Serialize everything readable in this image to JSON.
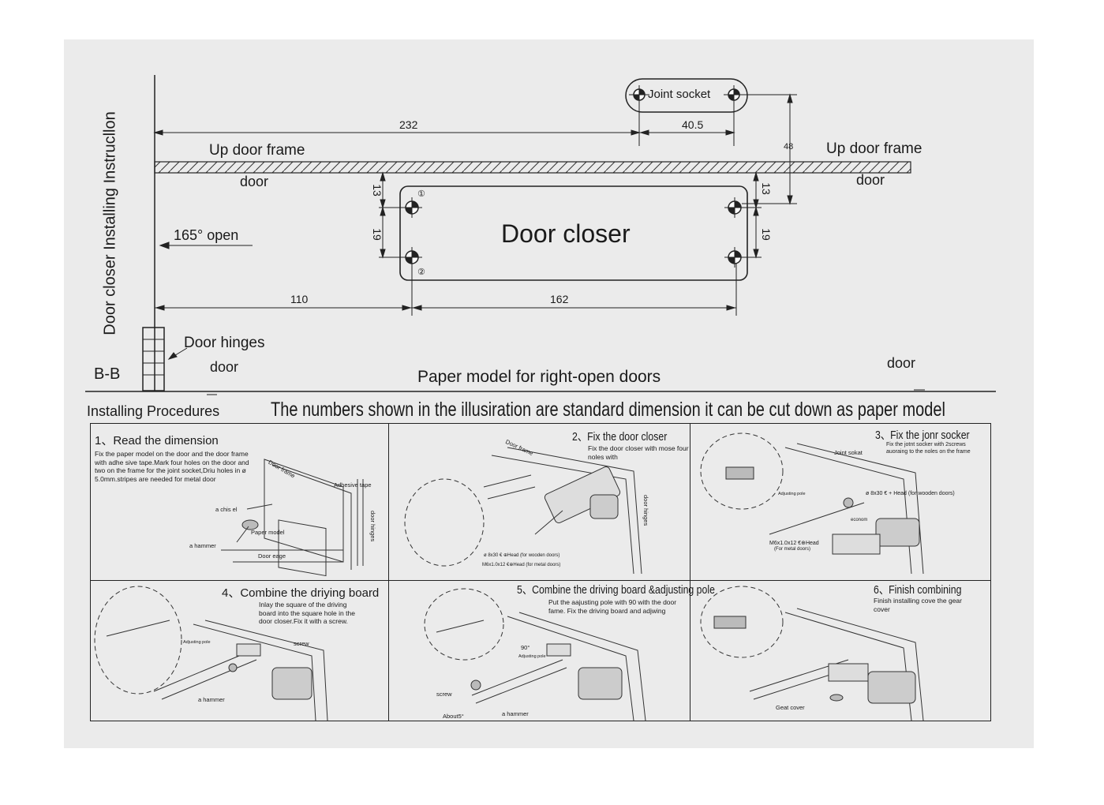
{
  "diagram": {
    "vertical_title": "Door closer Installing Instrucllon",
    "joint_socket": "Joint socket",
    "up_door_frame_left": "Up door frame",
    "up_door_frame_right": "Up door frame",
    "door_left": "door",
    "door_right": "door",
    "door_bottom_left": "door",
    "door_bottom_right": "door",
    "open_angle": "165° open",
    "door_closer": "Door closer",
    "door_hinges": "Door hinges",
    "section": "B-B",
    "paper_model": "Paper model for right-open doors",
    "holes": [
      "①",
      "②"
    ],
    "dimensions": {
      "d232": "232",
      "d40_5": "40.5",
      "d48": "48",
      "d13_left": "13",
      "d19_left": "19",
      "d13_right": "13",
      "d19_right": "19",
      "d110": "110",
      "d162": "162"
    }
  },
  "procedures": {
    "heading": "Installing Procedures",
    "banner": "The numbers shown in the illusiration are standard dimension it can be cut down as paper model",
    "steps": [
      {
        "title": "1、Read the dimension",
        "desc": "Fix the paper model on the door and the door frame with adhe sive tape.Mark four holes on the door and two on the frame for the joint socket,Driu holes in ø 5.0mm.stripes are needed for metal door",
        "labels": {
          "door_frame": "Door frame",
          "adhesive_tape": "Adhesive tape",
          "chisel": "a chis el",
          "paper_model": "Paper model",
          "hammer": "a hammer",
          "door_edge": "Door eage",
          "door_hinges": "door hinges"
        }
      },
      {
        "title": "2、Fix the door closer",
        "desc": "Fix the door closer with mose four noles with",
        "labels": {
          "door_frame": "Door frame",
          "door_hinges": "door hinges",
          "screw_wood": "ø 8x30 € ⊕Head (for wooden doors)",
          "screw_metal": "M6x1.0x12 €⊕Head (for metal doors)"
        }
      },
      {
        "title": "3、Fix the jonr socker",
        "desc": "Fix the jotnt socker with 2screws auoraing to the noles on the frame",
        "labels": {
          "joint_socket": "Joint sokat",
          "adjusting_pole": "Adjusting pole",
          "screw_wood": "ø 8x30 € + Head (for wooden doors)",
          "econom": "econom",
          "screw_metal": "M6x1.0x12 €⊕Head",
          "screw_metal_note": "(For metal doors)"
        }
      },
      {
        "title": "4、Combine the driying board",
        "desc": "Inlay the square of the driving board into the square hole in the door closer.Fix it with a screw.",
        "labels": {
          "adjusting_pole": "Adjusting pole",
          "screw": "screw",
          "hammer": "a hammer"
        }
      },
      {
        "title": "5、Combine the driving board &adjusting pole",
        "desc": "Put the aajusting pole with 90 with the door fame. Fix the driving board and adjwing",
        "labels": {
          "angle": "90°",
          "adjusting_pole": "Adjusting pole",
          "screw": "screw",
          "about": "About5°",
          "hammer": "a hammer"
        }
      },
      {
        "title": "6、Finish combining",
        "desc": "Finish installing cove the gear cover",
        "labels": {
          "gear_cover": "Geat cover"
        }
      }
    ]
  }
}
